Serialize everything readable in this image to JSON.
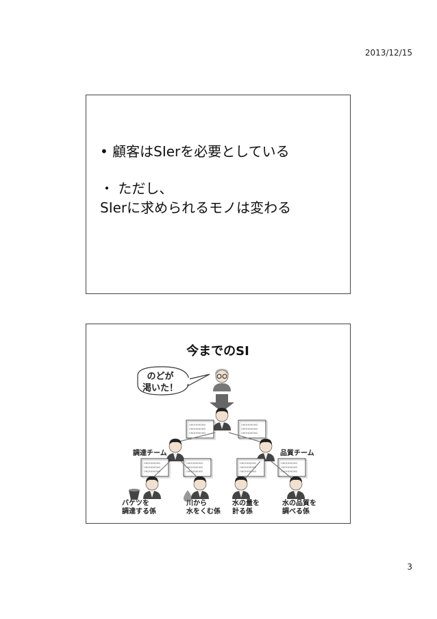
{
  "header": {
    "date": "2013/12/15"
  },
  "footer": {
    "page_number": "3"
  },
  "slide1": {
    "bullet1": "• 顧客はSIerを必要としている",
    "bullet2_line1": "・ ただし、",
    "bullet2_line2": "SIerに求められるモノは変わる"
  },
  "slide2": {
    "title": "今までのSI",
    "speech_line1": "のどが",
    "speech_line2": "渇いた！",
    "team_left": "調達チーム",
    "team_right": "品質チーム",
    "doc_text": "OHOHOHOHO",
    "roles": [
      {
        "line1": "バケツを",
        "line2": "調達する係"
      },
      {
        "line1": "川から",
        "line2": "水をくむ係"
      },
      {
        "line1": "水の量を",
        "line2": "計る係"
      },
      {
        "line1": "水の品質を",
        "line2": "調べる係"
      }
    ],
    "icons": [
      "customer-icon",
      "arrow-down-icon",
      "person-icon",
      "document-icon",
      "bucket-icon",
      "water-drop-icon"
    ]
  }
}
